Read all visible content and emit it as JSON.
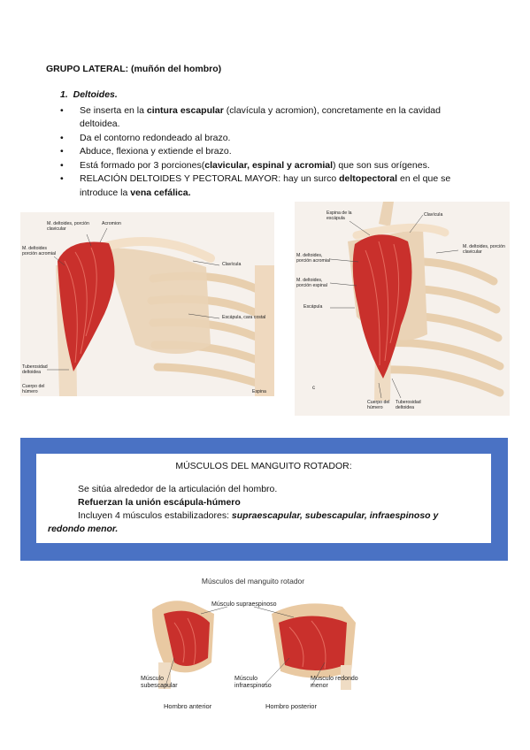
{
  "heading": "GRUPO LATERAL: (muñón del hombro)",
  "deltoid": {
    "number": "1.",
    "title": "Deltoides.",
    "bullets": [
      {
        "pre": "Se inserta en la ",
        "bold": "cintura escapular",
        "post": " (clavícula y acromion), concretamente en la cavidad deltoidea."
      },
      {
        "pre": "Da el contorno redondeado al brazo.",
        "bold": "",
        "post": ""
      },
      {
        "pre": "Abduce, flexiona y extiende el brazo.",
        "bold": "",
        "post": ""
      },
      {
        "pre": "Está formado por 3 porciones(",
        "bold": "clavicular, espinal y acromial",
        "post": ") que son sus orígenes."
      },
      {
        "pre": "RELACIÓN DELTOIDES Y PECTORAL MAYOR: hay un surco ",
        "bold": "deltopectoral",
        "post": " en el que se introduce la ",
        "bold2": "vena cefálica."
      }
    ]
  },
  "figure_left": {
    "labels": {
      "clav_portion": "M. deltoides, porción clavicular",
      "acromion": "Acromion",
      "acromial_portion": "M. deltoides porción acromial",
      "clavicle": "Clavícula",
      "scapula_costal": "Escápula, cara costal",
      "tuberosity": "Tuberosidad deltoidea",
      "humerus_body": "Cuerpo del húmero",
      "spine": "Espina"
    }
  },
  "figure_right": {
    "labels": {
      "scapula_spine": "Espina de la escápula",
      "clavicle": "Clavícula",
      "clav_portion": "M. deltoides, porción clavicular",
      "acromial_portion": "M. deltoides, porción acromial",
      "spinal_portion": "M. deltoides, porción espinal",
      "scapula": "Escápula",
      "humerus_body": "Cuerpo del húmero",
      "tuberosity": "Tuberosidad deltoidea",
      "c_mark": "c"
    }
  },
  "rotator_box": {
    "title": "MÚSCULOS DEL MANGUITO ROTADOR:",
    "line1": "Se sitúa alrededor de la articulación del hombro.",
    "line2": "Refuerzan la unión escápula-húmero",
    "line3_pre": "Incluyen 4 músculos estabilizadores: ",
    "line3_bold": "supraescapular, subescapular, infraespinoso y",
    "line4_bold": "redondo menor."
  },
  "cuff_figure": {
    "title": "Músculos del manguito rotador",
    "supra": "Músculo supraespinoso",
    "subscap": "Músculo subescapular",
    "infra": "Músculo infraespinoso",
    "teres": "Músculo redondo menor",
    "anterior": "Hombro anterior",
    "posterior": "Hombro posterior"
  },
  "colors": {
    "frame_blue": "#4a72c4",
    "muscle_red": "#c9302c",
    "bone": "#f1dcc2"
  }
}
